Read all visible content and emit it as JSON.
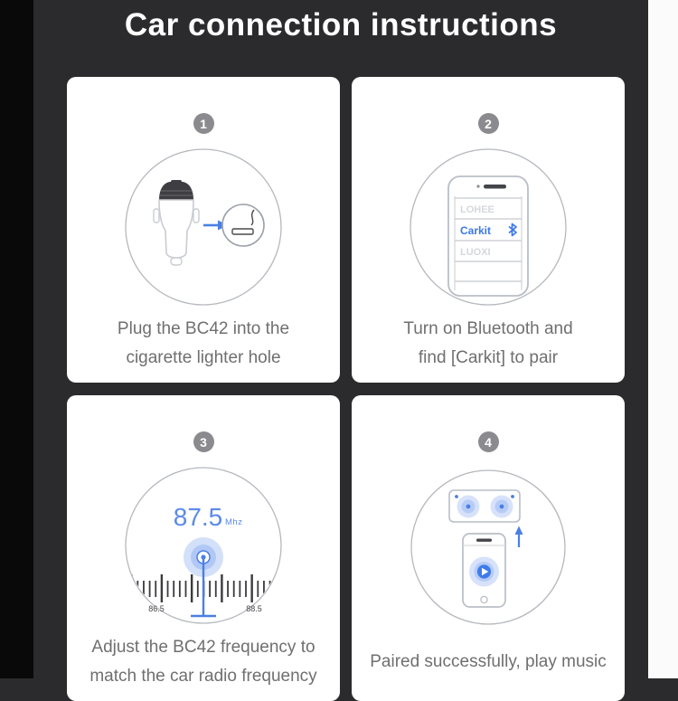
{
  "title": "Car connection instructions",
  "steps": [
    {
      "number": "1",
      "caption": [
        "Plug the BC42 into the",
        "cigarette lighter hole"
      ]
    },
    {
      "number": "2",
      "caption": [
        "Turn on Bluetooth and",
        "find [Carkit] to pair"
      ],
      "bluetooth_list": {
        "items": [
          "LOHEE",
          "Carkit",
          "LUOXI"
        ],
        "selected": "Carkit"
      }
    },
    {
      "number": "3",
      "caption": [
        "Adjust the BC42 frequency to",
        "match the car radio frequency"
      ],
      "frequency_display": {
        "value": "87.5",
        "unit": "Mhz",
        "scale_left": "86.5",
        "scale_right": "88.5"
      }
    },
    {
      "number": "4",
      "caption": [
        "Paired successfully, play music"
      ]
    }
  ],
  "icons": {
    "car-charger": "car charger outline",
    "right-arrow": "→",
    "cigarette-lighter": "cigarette in circle",
    "bluetooth": "ᛒ",
    "up-arrow": "↑",
    "play": "▶"
  },
  "colors": {
    "accent_blue": "#4a80e4",
    "stage_background": "#2b2b2e",
    "card_background": "#ffffff",
    "caption_text": "#6f6f6f",
    "badge_background": "#8b8b8f"
  }
}
